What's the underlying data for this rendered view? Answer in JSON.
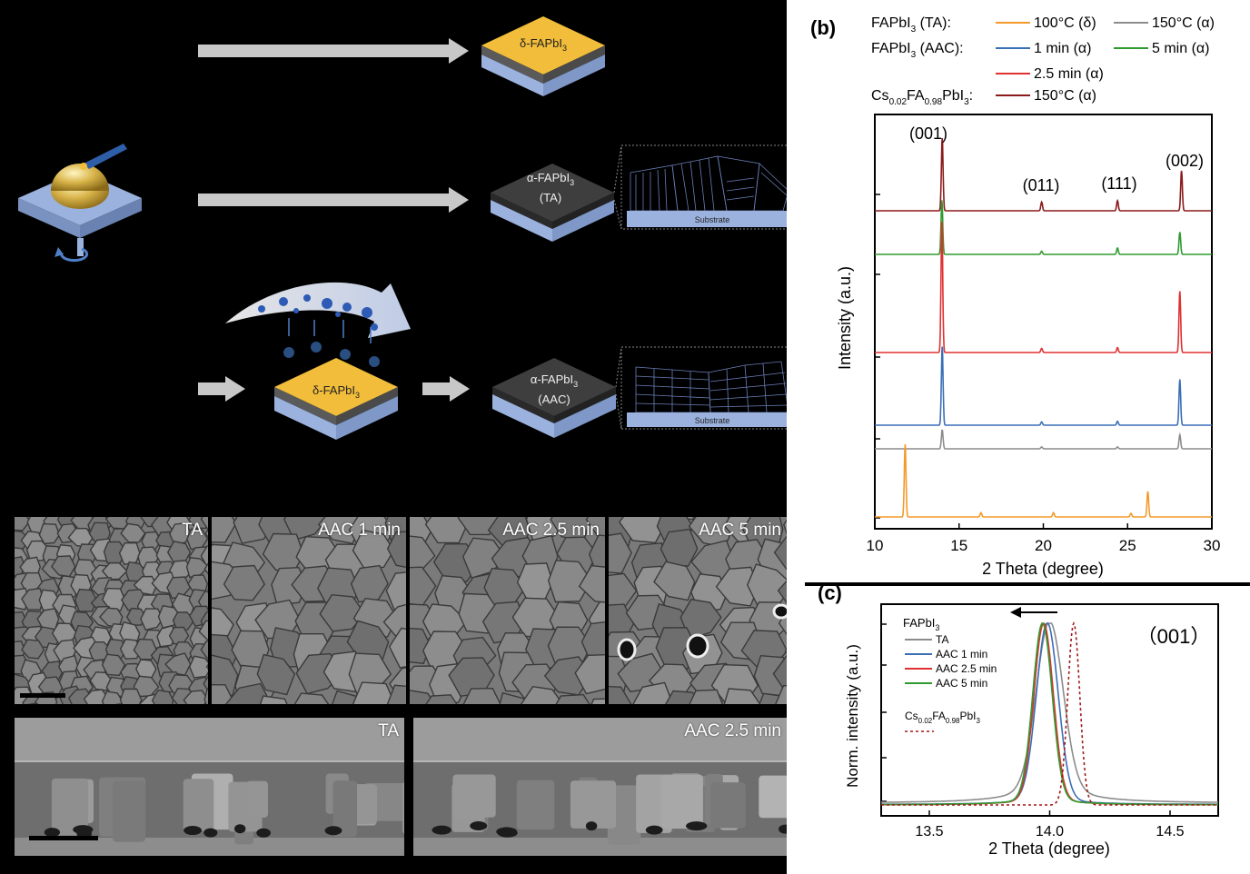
{
  "schematic": {
    "film_delta": "δ-FAPbI",
    "film_delta_sub": "3",
    "film_alpha_ta_line1": "α-FAPbI",
    "film_alpha_ta_sub": "3",
    "film_alpha_ta_line2": "(TA)",
    "film_delta_mid": "δ-FAPbI",
    "film_delta_mid_sub": "3",
    "film_alpha_aac_line1": "α-FAPbI",
    "film_alpha_aac_sub": "3",
    "film_alpha_aac_line2": "(AAC)",
    "substrate_top": "Substrate",
    "substrate_bottom": "Substrate",
    "colors": {
      "delta_film": "#f2bd3a",
      "alpha_film": "#4a4a4a",
      "substrate": "#9bb2de",
      "arrow": "#c8c8c8"
    }
  },
  "sem": {
    "top_labels": [
      "TA",
      "AAC 1 min",
      "AAC 2.5 min",
      "AAC 5 min"
    ],
    "cross_labels": [
      "TA",
      "AAC 2.5 min"
    ]
  },
  "panel_b": {
    "label": "(b)",
    "legend": [
      {
        "prefix": "FAPbI",
        "prefix_sub": "3",
        "prefix_tail": " (TA):",
        "entries": [
          {
            "text": "100°C (δ)",
            "color": "#f39a2b"
          },
          {
            "text": "150°C (α)",
            "color": "#8c8c8c"
          }
        ]
      },
      {
        "prefix": "FAPbI",
        "prefix_sub": "3",
        "prefix_tail": " (AAC):",
        "entries": [
          {
            "text": "1 min (α)",
            "color": "#3a6fb5"
          },
          {
            "text": "5 min (α)",
            "color": "#2f9a2f"
          },
          {
            "text": "2.5 min (α)",
            "color": "#e03030"
          }
        ]
      },
      {
        "prefix": "Cs",
        "prefix_sub": "0.02",
        "prefix_mid": "FA",
        "prefix_sub2": "0.98",
        "prefix_end": "PbI",
        "prefix_sub3": "3",
        "prefix_tail": ":",
        "entries": [
          {
            "text": "150°C (α)",
            "color": "#8b1a1a"
          }
        ]
      }
    ],
    "peak_labels": [
      "(001)",
      "(011)",
      "(111)",
      "(002)"
    ],
    "ylabel": "Intensity (a.u.)",
    "xlabel": "2 Theta (degree)"
  },
  "panel_c": {
    "label": "(c)",
    "legend_title": "FAPbI",
    "legend_title_sub": "3",
    "legend": [
      {
        "text": "TA",
        "color": "#8c8c8c"
      },
      {
        "text": "AAC 1 min",
        "color": "#3a6fb5"
      },
      {
        "text": "AAC 2.5 min",
        "color": "#e03030"
      },
      {
        "text": "AAC 5 min",
        "color": "#2f9a2f"
      }
    ],
    "cs_label": "Cs",
    "cs_sub1": "0.02",
    "cs_mid": "FA",
    "cs_sub2": "0.98",
    "cs_end": "PbI",
    "cs_sub3": "3",
    "cs_color": "#a01818",
    "peak_label": "（001）",
    "ylabel": "Norm. intensity (a.u.)",
    "xlabel": "2 Theta (degree)"
  },
  "chart_data": [
    {
      "type": "line",
      "panel": "b",
      "xlabel": "2 Theta (degree)",
      "ylabel": "Intensity (a.u.)",
      "xlim": [
        10,
        30
      ],
      "x_ticks": [
        10,
        15,
        20,
        25,
        30
      ],
      "series": [
        {
          "name": "Cs0.02FA0.98PbI3 150°C (α)",
          "color": "#8b1a1a",
          "peaks": [
            [
              14.0,
              1.0
            ],
            [
              19.9,
              0.12
            ],
            [
              24.4,
              0.14
            ],
            [
              28.2,
              0.55
            ]
          ]
        },
        {
          "name": "AAC 5 min (α)",
          "color": "#2f9a2f",
          "peaks": [
            [
              13.98,
              0.85
            ],
            [
              19.9,
              0.05
            ],
            [
              24.4,
              0.1
            ],
            [
              28.1,
              0.35
            ]
          ]
        },
        {
          "name": "AAC 2.5 min (α)",
          "color": "#e03030",
          "peaks": [
            [
              13.98,
              1.6
            ],
            [
              19.9,
              0.05
            ],
            [
              24.4,
              0.06
            ],
            [
              28.1,
              0.75
            ]
          ]
        },
        {
          "name": "AAC 1 min (α)",
          "color": "#3a6fb5",
          "peaks": [
            [
              14.0,
              1.2
            ],
            [
              19.9,
              0.05
            ],
            [
              24.4,
              0.06
            ],
            [
              28.1,
              0.7
            ]
          ]
        },
        {
          "name": "TA 150°C (α)",
          "color": "#8c8c8c",
          "peaks": [
            [
              14.0,
              0.3
            ],
            [
              19.9,
              0.03
            ],
            [
              24.4,
              0.03
            ],
            [
              28.1,
              0.22
            ]
          ]
        },
        {
          "name": "TA 100°C (δ)",
          "color": "#f39a2b",
          "peaks": [
            [
              11.8,
              1.0
            ],
            [
              16.3,
              0.06
            ],
            [
              20.6,
              0.06
            ],
            [
              25.2,
              0.05
            ],
            [
              26.2,
              0.35
            ]
          ]
        }
      ]
    },
    {
      "type": "line",
      "panel": "c",
      "xlabel": "2 Theta (degree)",
      "ylabel": "Norm. intensity (a.u.)",
      "xlim": [
        13.3,
        14.7
      ],
      "x_ticks": [
        13.5,
        14.0,
        14.5
      ],
      "series": [
        {
          "name": "TA",
          "color": "#8c8c8c",
          "center": 14.0,
          "width": 0.055,
          "base": 0.13,
          "bg": 0.1
        },
        {
          "name": "AAC 1 min",
          "color": "#3a6fb5",
          "center": 13.99,
          "width": 0.045,
          "base": 0.03,
          "bg": 0.03
        },
        {
          "name": "AAC 2.5 min",
          "color": "#e03030",
          "center": 13.975,
          "width": 0.04,
          "base": 0.0,
          "bg": 0.03
        },
        {
          "name": "AAC 5 min",
          "color": "#2f9a2f",
          "center": 13.97,
          "width": 0.04,
          "base": 0.01,
          "bg": 0.03
        },
        {
          "name": "Cs0.02FA0.98PbI3",
          "color": "#a01818",
          "dashed": true,
          "center": 14.1,
          "width": 0.025,
          "base": 0.0,
          "bg": 0.0
        }
      ]
    }
  ]
}
